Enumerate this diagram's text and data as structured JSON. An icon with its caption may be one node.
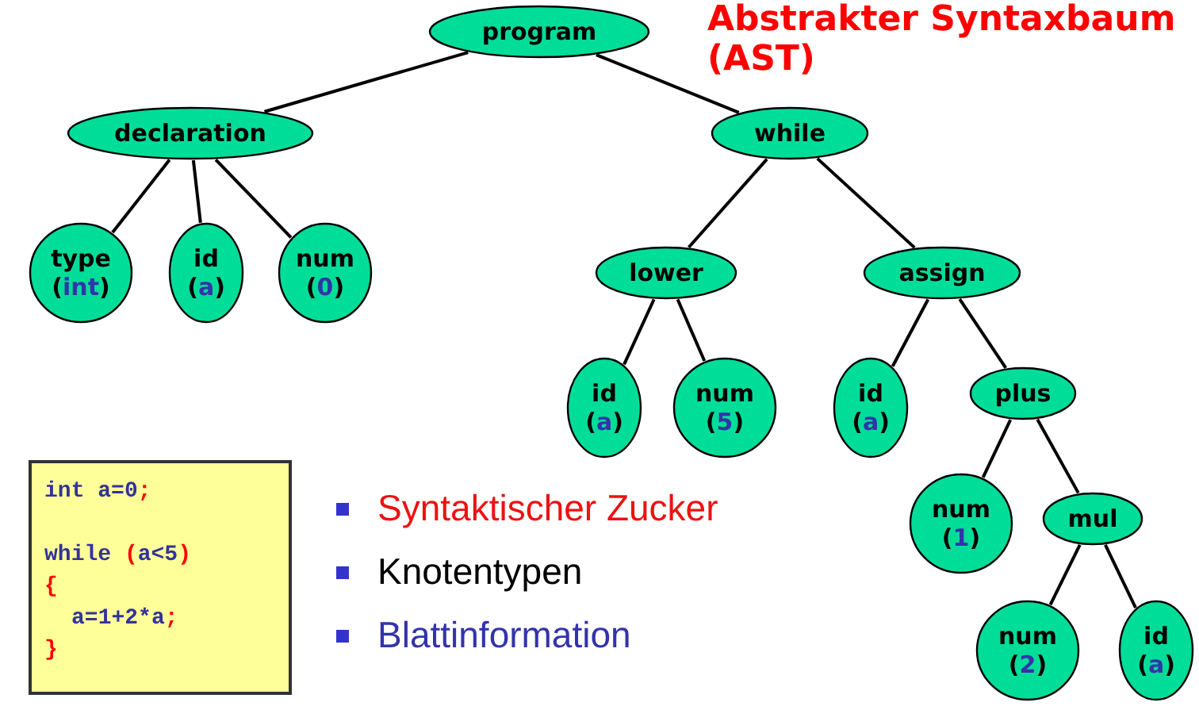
{
  "diagram": {
    "title": "Abstrakter Syntaxbaum (AST)",
    "nodes": [
      {
        "text": [
          "program"
        ]
      },
      {
        "text": [
          "declaration"
        ]
      },
      {
        "text": [
          "while"
        ]
      },
      {
        "text": [
          "type",
          "(int)"
        ]
      },
      {
        "text": [
          "id",
          "(a)"
        ]
      },
      {
        "text": [
          "num",
          "(0)"
        ]
      },
      {
        "text": [
          "lower"
        ]
      },
      {
        "text": [
          "assign"
        ]
      },
      {
        "text": [
          "id",
          "(a)"
        ]
      },
      {
        "text": [
          "num",
          "(5)"
        ]
      },
      {
        "text": [
          "id",
          "(a)"
        ]
      },
      {
        "text": [
          "plus"
        ]
      },
      {
        "text": [
          "num",
          "(1)"
        ]
      },
      {
        "text": [
          "mul"
        ]
      },
      {
        "text": [
          "num",
          "(2)"
        ]
      },
      {
        "text": [
          "id",
          "(a)"
        ]
      },
      {
        "text": [
          "int a=0;",
          "while (a<5)",
          "{",
          "a=1+2*a;",
          "}"
        ]
      }
    ],
    "edges": [
      {
        "from": 0,
        "to": 1,
        "arrow": "none"
      },
      {
        "from": 0,
        "to": 2,
        "arrow": "none"
      },
      {
        "from": 1,
        "to": 3,
        "arrow": "none"
      },
      {
        "from": 1,
        "to": 4,
        "arrow": "none"
      },
      {
        "from": 1,
        "to": 5,
        "arrow": "none"
      },
      {
        "from": 2,
        "to": 6,
        "arrow": "none"
      },
      {
        "from": 2,
        "to": 7,
        "arrow": "none"
      },
      {
        "from": 6,
        "to": 8,
        "arrow": "none"
      },
      {
        "from": 6,
        "to": 9,
        "arrow": "none"
      },
      {
        "from": 7,
        "to": 10,
        "arrow": "none"
      },
      {
        "from": 7,
        "to": 11,
        "arrow": "none"
      },
      {
        "from": 11,
        "to": 12,
        "arrow": "none"
      },
      {
        "from": 11,
        "to": 13,
        "arrow": "none"
      },
      {
        "from": 13,
        "to": 14,
        "arrow": "none"
      },
      {
        "from": 13,
        "to": 15,
        "arrow": "none"
      }
    ],
    "labels": [
      "Syntaktischer Zucker",
      "Knotentypen",
      "Blattinformation"
    ]
  }
}
